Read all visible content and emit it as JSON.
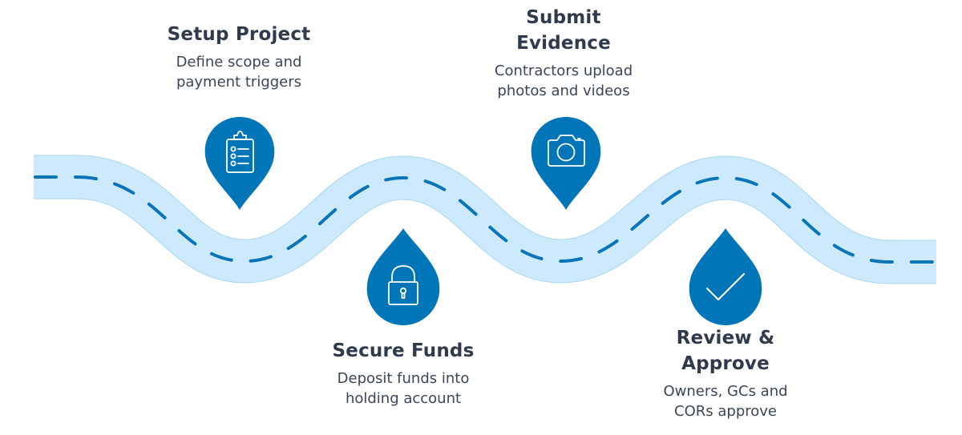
{
  "diagram": {
    "type": "process-roadmap",
    "colors": {
      "road_fill": "#cceafc",
      "road_edge": "#a9d6f2",
      "lane_marking": "#0a74b8",
      "pin_fill": "#0075b8",
      "icon_stroke": "#ffffff",
      "title_text": "#2f3a4d",
      "desc_text": "#3c4656"
    },
    "steps": [
      {
        "order": 1,
        "title": "Setup Project",
        "description_lines": [
          "Define scope and",
          "payment triggers"
        ],
        "icon": "clipboard-checklist-icon",
        "pin_direction": "down"
      },
      {
        "order": 2,
        "title": "Secure Funds",
        "description_lines": [
          "Deposit funds into",
          "holding account"
        ],
        "icon": "padlock-icon",
        "pin_direction": "up"
      },
      {
        "order": 3,
        "title_lines": [
          "Submit",
          "Evidence"
        ],
        "description_lines": [
          "Contractors upload",
          "photos and videos"
        ],
        "icon": "camera-icon",
        "pin_direction": "down"
      },
      {
        "order": 4,
        "title_lines": [
          "Review &",
          "Approve"
        ],
        "description_lines": [
          "Owners, GCs and",
          "CORs approve"
        ],
        "icon": "checkmark-icon",
        "pin_direction": "up"
      }
    ]
  }
}
